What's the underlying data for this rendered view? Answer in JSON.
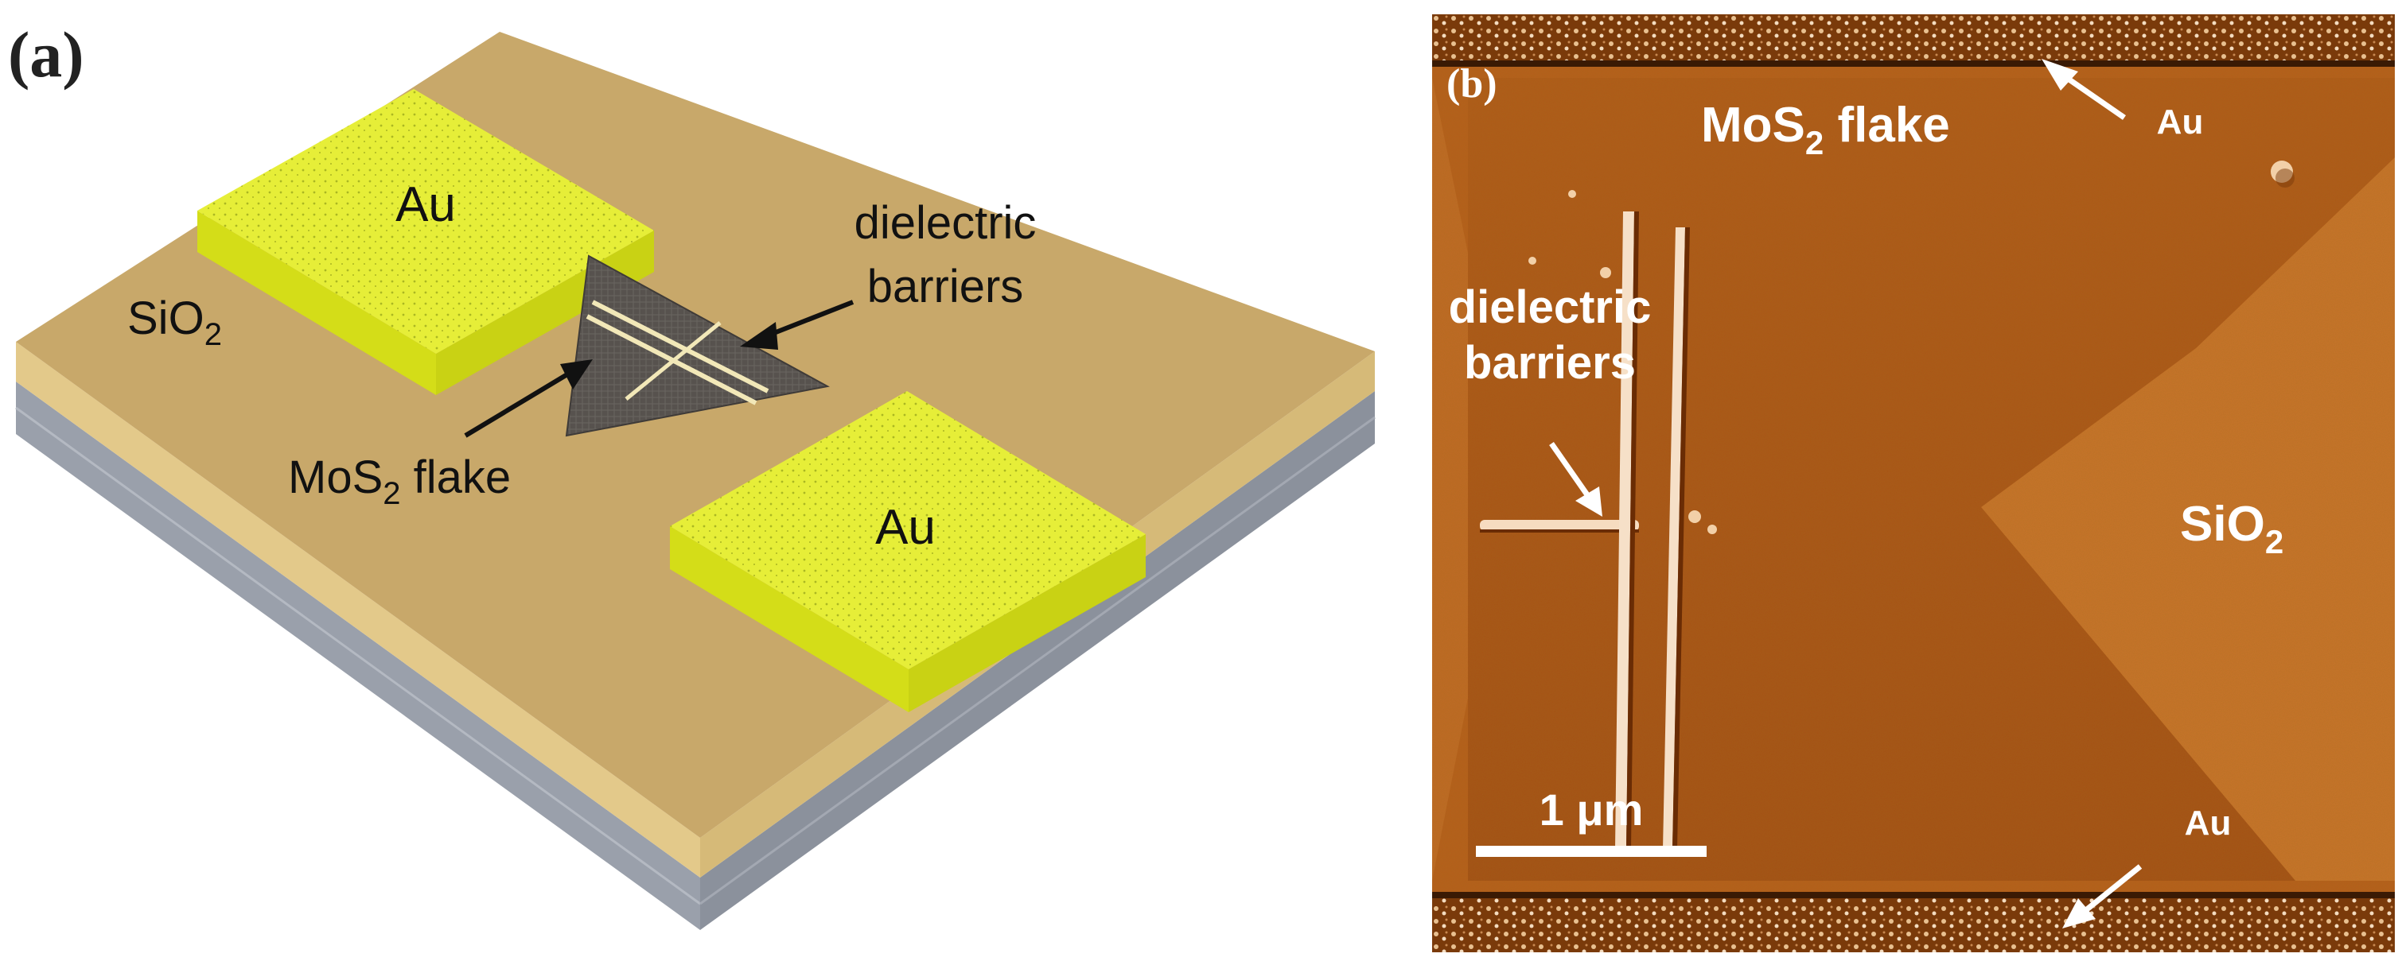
{
  "panel_a": {
    "label": "(a)",
    "substrate": "SiO",
    "substrate_sub": "2",
    "electrode_top": "Au",
    "electrode_bottom": "Au",
    "barrier_line1": "dielectric",
    "barrier_line2": "barriers",
    "flake_prefix": "MoS",
    "flake_sub": "2",
    "flake_suffix": " flake"
  },
  "panel_b": {
    "label": "(b)",
    "electrode_top": "Au",
    "electrode_bottom": "Au",
    "flake_prefix": "MoS",
    "flake_sub": "2",
    "flake_suffix": " flake",
    "barrier_line1": "dielectric",
    "barrier_line2": "barriers",
    "substrate": "SiO",
    "substrate_sub": "2",
    "scale_bar": "1 μm"
  },
  "colors": {
    "sio2_top": "#c8a86a",
    "sio2_side": "#e3c98a",
    "si_side": "#9aa0ab",
    "gold": "#e6ee38",
    "gold_side": "#d4dd18",
    "flake": "#55504c",
    "afm_base": "#b65e18",
    "afm_dark": "#9a4a10",
    "afm_light": "#d27a2c"
  }
}
